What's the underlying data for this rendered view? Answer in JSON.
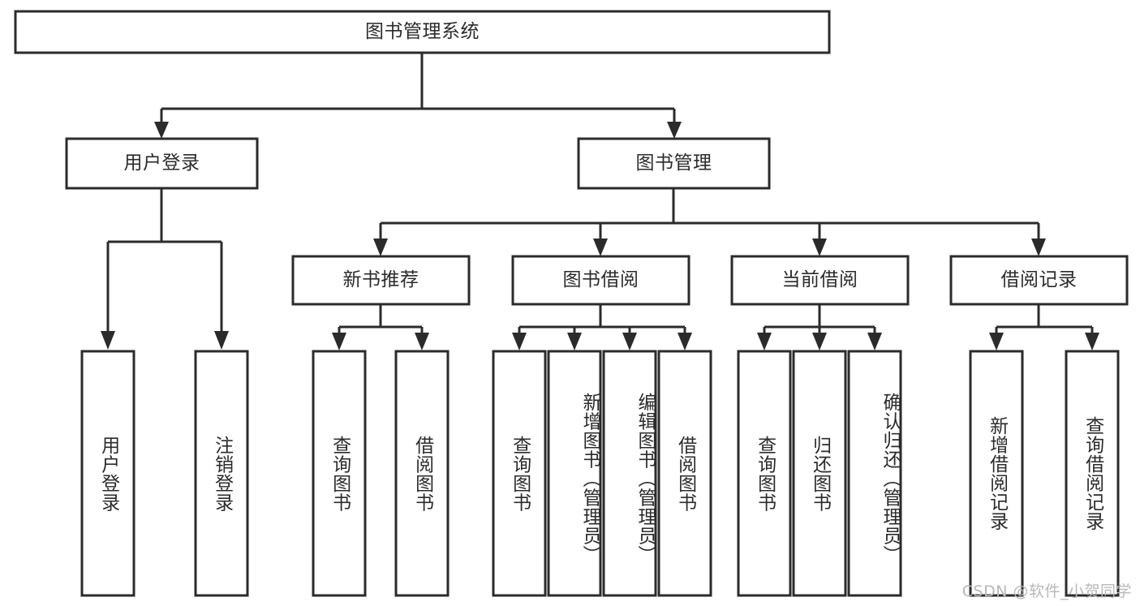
{
  "diagram": {
    "title": "图书管理系统",
    "type": "tree",
    "watermark": "CSDN @软件_小贺同学",
    "colors": {
      "stroke": "#2b2b2b",
      "fill": "#ffffff",
      "text": "#2b2b2b",
      "watermark": "#b8b8b8"
    },
    "nodes": {
      "root": {
        "label": "图书管理系统",
        "level": 1,
        "orientation": "horizontal"
      },
      "n_user_login": {
        "label": "用户登录",
        "level": 2,
        "orientation": "horizontal"
      },
      "n_book_mgmt": {
        "label": "图书管理",
        "level": 2,
        "orientation": "horizontal"
      },
      "n_new_rec": {
        "label": "新书推荐",
        "level": 3,
        "orientation": "horizontal"
      },
      "n_borrow": {
        "label": "图书借阅",
        "level": 3,
        "orientation": "horizontal"
      },
      "n_current": {
        "label": "当前借阅",
        "level": 3,
        "orientation": "horizontal"
      },
      "n_record": {
        "label": "借阅记录",
        "level": 3,
        "orientation": "horizontal"
      },
      "l_user_login": {
        "label": "用户登录",
        "level": 4,
        "orientation": "vertical"
      },
      "l_user_logout": {
        "label": "注销登录",
        "level": 4,
        "orientation": "vertical"
      },
      "l_query_book_a": {
        "label": "查询图书",
        "level": 4,
        "orientation": "vertical"
      },
      "l_borrow_book_a": {
        "label": "借阅图书",
        "level": 4,
        "orientation": "vertical"
      },
      "l_query_book_b": {
        "label": "查询图书",
        "level": 4,
        "orientation": "vertical"
      },
      "l_add_book": {
        "label": "新增图书（管理员）",
        "level": 4,
        "orientation": "vertical"
      },
      "l_edit_book": {
        "label": "编辑图书（管理员）",
        "level": 4,
        "orientation": "vertical"
      },
      "l_borrow_book_b": {
        "label": "借阅图书",
        "level": 4,
        "orientation": "vertical"
      },
      "l_query_book_c": {
        "label": "查询图书",
        "level": 4,
        "orientation": "vertical"
      },
      "l_return_book": {
        "label": "归还图书",
        "level": 4,
        "orientation": "vertical"
      },
      "l_confirm_return": {
        "label": "确认归还（管理员）",
        "level": 4,
        "orientation": "vertical"
      },
      "l_add_record": {
        "label": "新增借阅记录",
        "level": 4,
        "orientation": "vertical"
      },
      "l_query_record": {
        "label": "查询借阅记录",
        "level": 4,
        "orientation": "vertical"
      }
    },
    "edges": [
      {
        "from": "root",
        "to": "n_user_login"
      },
      {
        "from": "root",
        "to": "n_book_mgmt"
      },
      {
        "from": "n_user_login",
        "to": "l_user_login"
      },
      {
        "from": "n_user_login",
        "to": "l_user_logout"
      },
      {
        "from": "n_book_mgmt",
        "to": "n_new_rec"
      },
      {
        "from": "n_book_mgmt",
        "to": "n_borrow"
      },
      {
        "from": "n_book_mgmt",
        "to": "n_current"
      },
      {
        "from": "n_book_mgmt",
        "to": "n_record"
      },
      {
        "from": "n_new_rec",
        "to": "l_query_book_a"
      },
      {
        "from": "n_new_rec",
        "to": "l_borrow_book_a"
      },
      {
        "from": "n_borrow",
        "to": "l_query_book_b"
      },
      {
        "from": "n_borrow",
        "to": "l_add_book"
      },
      {
        "from": "n_borrow",
        "to": "l_edit_book"
      },
      {
        "from": "n_borrow",
        "to": "l_borrow_book_b"
      },
      {
        "from": "n_current",
        "to": "l_query_book_c"
      },
      {
        "from": "n_current",
        "to": "l_return_book"
      },
      {
        "from": "n_current",
        "to": "l_confirm_return"
      },
      {
        "from": "n_record",
        "to": "l_add_record"
      },
      {
        "from": "n_record",
        "to": "l_query_record"
      }
    ]
  }
}
